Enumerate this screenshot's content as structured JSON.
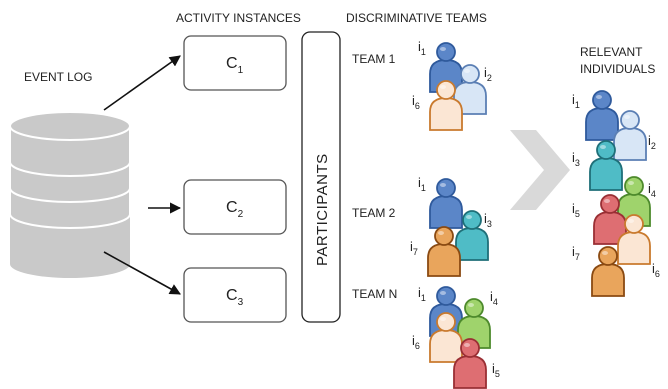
{
  "headers": {
    "activity_instances": "ACTIVITY INSTANCES",
    "discriminative_teams": "DISCRIMINATIVE TEAMS",
    "relevant_line1": "RELEVANT",
    "relevant_line2": "INDIVIDUALS"
  },
  "event_log": {
    "label": "EVENT LOG"
  },
  "instances": [
    {
      "label": "C",
      "sub": "1"
    },
    {
      "label": "C",
      "sub": "2"
    },
    {
      "label": "C",
      "sub": "3"
    }
  ],
  "ellipsis": "…",
  "participants": {
    "label": "PARTICIPANTS"
  },
  "teams": [
    {
      "label": "TEAM 1"
    },
    {
      "label": "TEAM 2"
    },
    {
      "label": "TEAM N"
    }
  ],
  "colors": {
    "blue": "#5b86c8",
    "light_blue": "#d8e6f6",
    "orange": "#e9a55c",
    "light_orange": "#fbe6d4",
    "teal": "#4fbcc6",
    "green": "#9fd36c",
    "red": "#de6e72",
    "arrow_gray": "#d9d9d9",
    "cylinder": "#c9c9c9"
  },
  "people": {
    "team1": [
      {
        "name": "i",
        "sub": "1",
        "color": "blue"
      },
      {
        "name": "i",
        "sub": "2",
        "color": "light_blue"
      },
      {
        "name": "i",
        "sub": "6",
        "color": "light_orange"
      }
    ],
    "team2": [
      {
        "name": "i",
        "sub": "1",
        "color": "blue"
      },
      {
        "name": "i",
        "sub": "3",
        "color": "teal"
      },
      {
        "name": "i",
        "sub": "7",
        "color": "orange"
      }
    ],
    "teamN": [
      {
        "name": "i",
        "sub": "1",
        "color": "blue"
      },
      {
        "name": "i",
        "sub": "4",
        "color": "green"
      },
      {
        "name": "i",
        "sub": "6",
        "color": "light_orange"
      },
      {
        "name": "i",
        "sub": "5",
        "color": "red"
      }
    ],
    "relevant": [
      {
        "name": "i",
        "sub": "1",
        "color": "blue"
      },
      {
        "name": "i",
        "sub": "2",
        "color": "light_blue"
      },
      {
        "name": "i",
        "sub": "3",
        "color": "teal"
      },
      {
        "name": "i",
        "sub": "4",
        "color": "green"
      },
      {
        "name": "i",
        "sub": "5",
        "color": "red"
      },
      {
        "name": "i",
        "sub": "6",
        "color": "light_orange"
      },
      {
        "name": "i",
        "sub": "7",
        "color": "orange"
      }
    ]
  }
}
